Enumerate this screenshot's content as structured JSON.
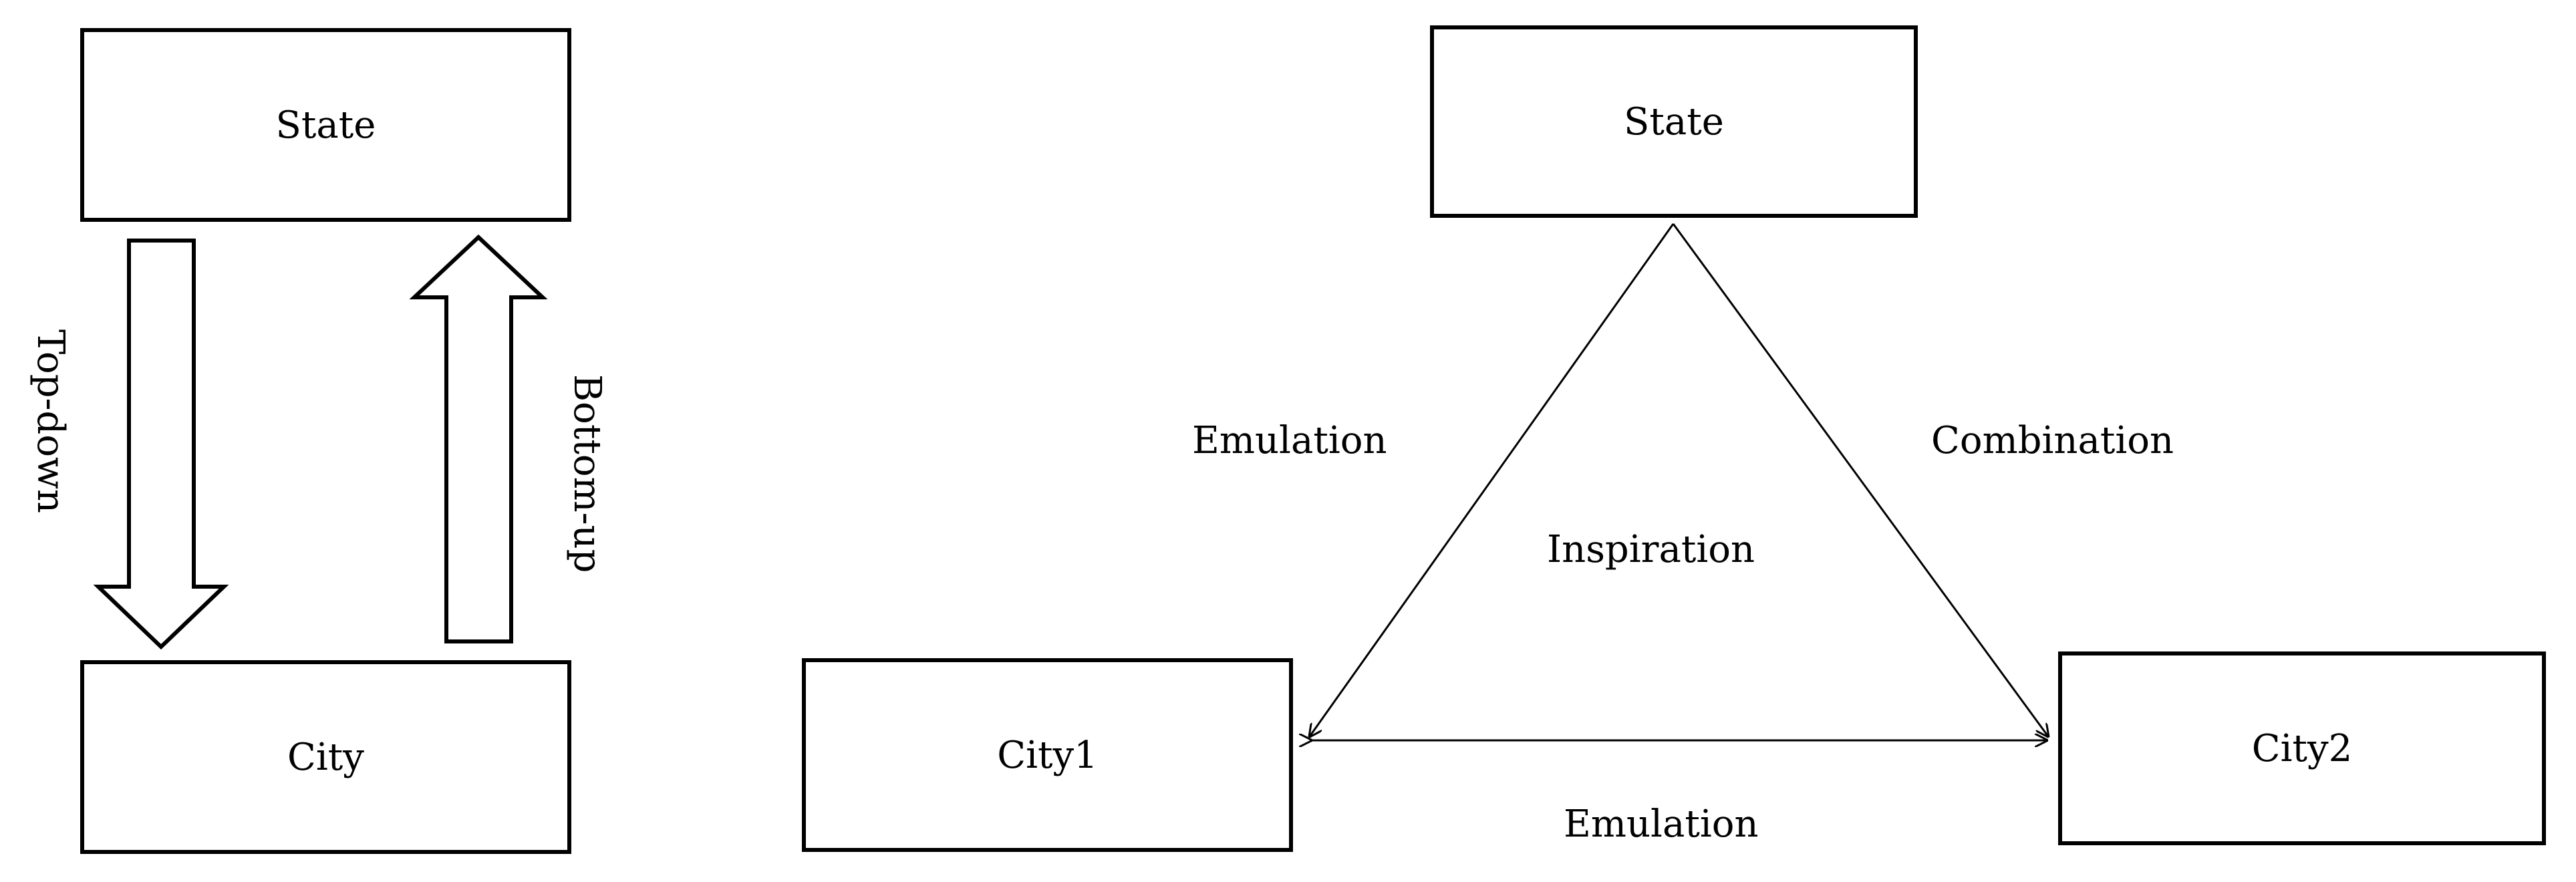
{
  "left": {
    "top_box": "State",
    "bottom_box": "City",
    "down_arrow_label": "Top-down",
    "up_arrow_label": "Bottom-up"
  },
  "right": {
    "top_box": "State",
    "left_box": "City1",
    "right_box": "City2",
    "left_edge_label": "Emulation",
    "right_edge_label": "Combination",
    "center_label": "Inspiration",
    "bottom_edge_label": "Emulation"
  }
}
